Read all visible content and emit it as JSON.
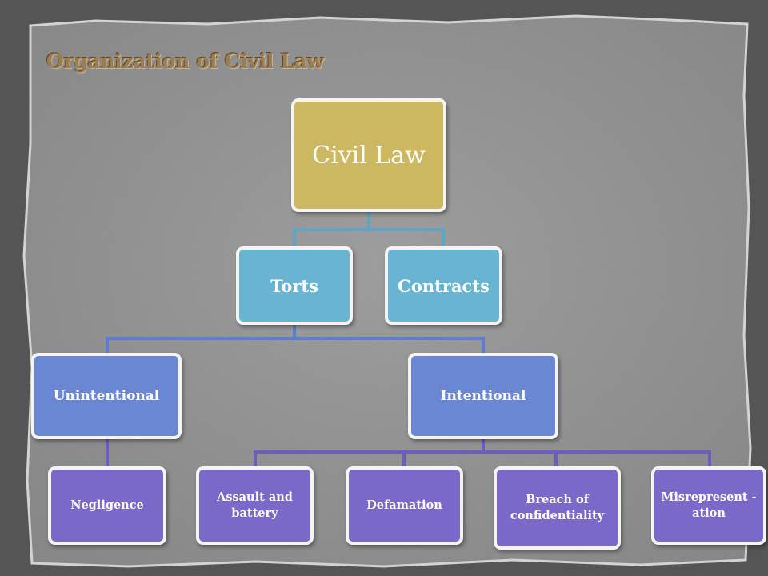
{
  "slide": {
    "title": "Organization of Civil Law"
  },
  "diagram": {
    "root": "Civil Law",
    "branches": [
      "Torts",
      "Contracts"
    ],
    "torts_types": [
      "Unintentional",
      "Intentional"
    ],
    "unintentional_items": [
      "Negligence"
    ],
    "intentional_items": [
      "Assault and battery",
      "Defamation",
      "Breach of confidentiality",
      "Misrepresent -ation"
    ]
  },
  "colors": {
    "root": "#cdb862",
    "level1": "#69b4d1",
    "level2": "#6b87d4",
    "level3": "#7b68c8",
    "title": "#9c7d4f"
  }
}
